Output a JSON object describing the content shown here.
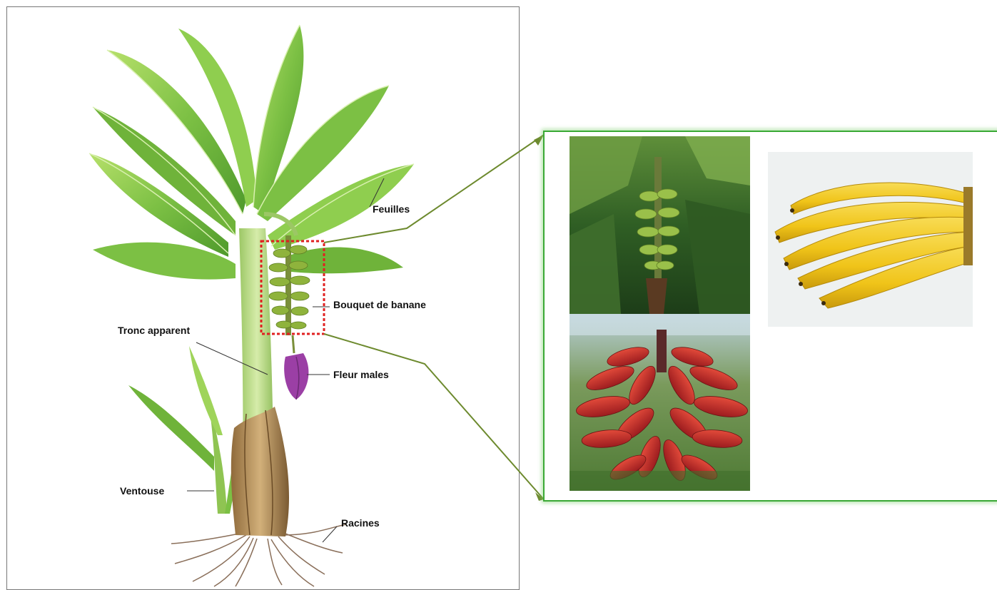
{
  "diagram": {
    "labels": {
      "feuilles": "Feuilles",
      "bouquet": "Bouquet de banane",
      "tronc": "Tronc apparent",
      "fleur": "Fleur males",
      "ventouse": "Ventouse",
      "racines": "Racines"
    },
    "colors": {
      "leaf_light": "#9fd45a",
      "leaf_mid": "#6fb33a",
      "leaf_dark": "#3f8a25",
      "trunk": "#b9d98a",
      "sheath_brown": "#b08a55",
      "roots": "#8a6f5a",
      "flower": "#9b3fa5",
      "banana_green": "#8fb33c",
      "highlight_box": "#e02020",
      "callout_line": "#6d8a2e",
      "panel_border": "#3aa935",
      "banana_yellow": "#f1c40f",
      "banana_red": "#c0282a"
    },
    "icons": [
      "banana-plant-illustration",
      "green-banana-bunch-photo",
      "red-banana-bunch-photo",
      "yellow-bananas-photo"
    ]
  }
}
